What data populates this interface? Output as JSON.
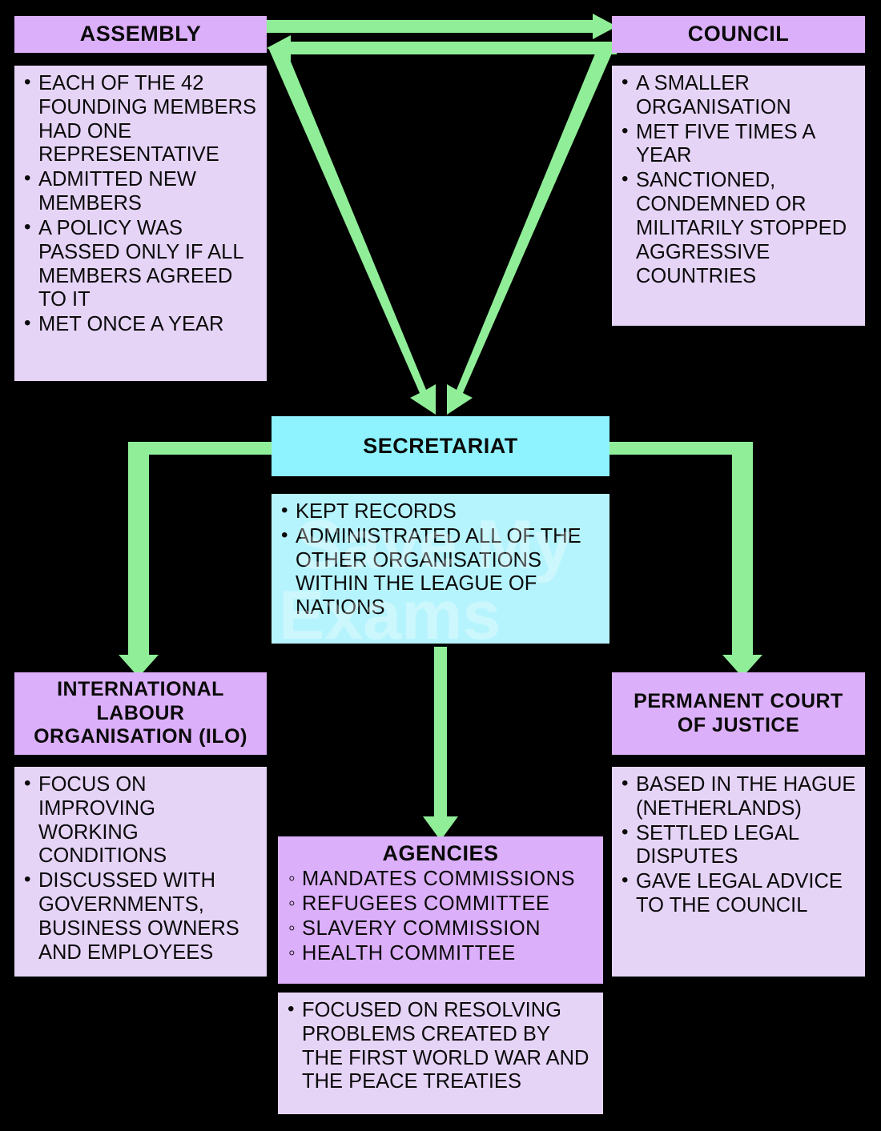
{
  "diagram": {
    "title": "League of Nations structure",
    "colors": {
      "background": "#000000",
      "header_purple": "#dcaffa",
      "body_purple": "#e6d4f7",
      "header_cyan": "#8ef3ff",
      "body_cyan": "#b6f4fd",
      "arrow_green": "#90ee98",
      "text": "#0a0a0a"
    },
    "watermark": "Save My Exams"
  },
  "nodes": {
    "assembly": {
      "title": "ASSEMBLY",
      "points": [
        "EACH OF THE 42 FOUNDING MEMBERS HAD ONE REPRESENTATIVE",
        "ADMITTED NEW MEMBERS",
        "A POLICY WAS PASSED ONLY IF ALL MEMBERS AGREED TO IT",
        "MET ONCE A YEAR"
      ]
    },
    "council": {
      "title": "COUNCIL",
      "points": [
        "A SMALLER ORGANISATION",
        "MET FIVE TIMES A YEAR",
        "SANCTIONED, CONDEMNED OR MILITARILY STOPPED AGGRESSIVE COUNTRIES"
      ]
    },
    "secretariat": {
      "title": "SECRETARIAT",
      "points": [
        "KEPT RECORDS",
        "ADMINISTRATED ALL OF THE OTHER ORGANISATIONS WITHIN THE LEAGUE OF NATIONS"
      ]
    },
    "ilo": {
      "title": "INTERNATIONAL LABOUR ORGANISATION (ILO)",
      "points": [
        "FOCUS ON IMPROVING WORKING CONDITIONS",
        "DISCUSSED WITH GOVERNMENTS, BUSINESS OWNERS AND EMPLOYEES"
      ]
    },
    "court": {
      "title": "PERMANENT COURT OF JUSTICE",
      "points": [
        "BASED IN THE HAGUE (NETHERLANDS)",
        "SETTLED LEGAL DISPUTES",
        "GAVE LEGAL ADVICE TO THE COUNCIL"
      ]
    },
    "agencies": {
      "title": "AGENCIES",
      "sub_points": [
        "MANDATES COMMISSIONS",
        "REFUGEES COMMITTEE",
        "SLAVERY COMMISSION",
        "HEALTH COMMITTEE"
      ],
      "points": [
        "FOCUSED ON RESOLVING PROBLEMS CREATED BY THE FIRST WORLD WAR AND THE PEACE TREATIES"
      ]
    }
  },
  "connections": [
    {
      "from": "assembly",
      "to": "council",
      "style": "arrow-right"
    },
    {
      "from": "council",
      "to": "assembly",
      "style": "arrow-left"
    },
    {
      "from": "assembly",
      "to": "secretariat",
      "style": "diagonal-arrow"
    },
    {
      "from": "council",
      "to": "secretariat",
      "style": "diagonal-arrow"
    },
    {
      "from": "secretariat",
      "to": "ilo",
      "style": "elbow-arrow"
    },
    {
      "from": "secretariat",
      "to": "court",
      "style": "elbow-arrow"
    },
    {
      "from": "secretariat",
      "to": "agencies",
      "style": "straight-arrow"
    }
  ]
}
